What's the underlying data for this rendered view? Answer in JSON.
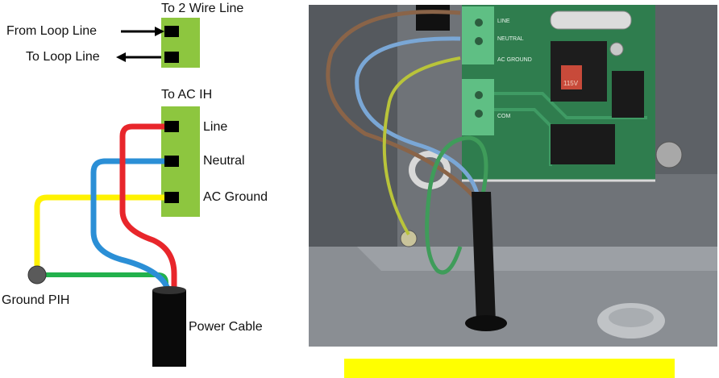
{
  "diagram": {
    "labels": {
      "to_2_wire_line": "To 2 Wire Line",
      "from_loop_line": "From Loop Line",
      "to_loop_line": "To Loop Line",
      "to_ac_ih": "To AC IH",
      "line": "Line",
      "neutral": "Neutral",
      "ac_ground": "AC Ground",
      "ground_pih": "Ground PIH",
      "power_cable": "Power Cable"
    },
    "colors": {
      "terminal_block": "#8dc63f",
      "line_wire": "#e8262b",
      "neutral_wire": "#2b8fd6",
      "ground_wire": "#fff200",
      "ground_pih_wire": "#22b14c",
      "ground_post": "#5a5a5a",
      "cable": "#0a0a0a"
    }
  },
  "photo": {
    "terminal_labels": {
      "line": "LINE",
      "neutral": "NEUTRAL",
      "ac_ground": "AC GROUND",
      "com": "COM",
      "voltage": "115V"
    },
    "colors": {
      "enclosure": "#6f7378",
      "circuit_board": "#2f7d4e",
      "terminal_block": "#5fbf84",
      "brown_wire": "#8a6448",
      "blue_wire": "#7aa7d6",
      "green_yellow_wire": "#b9c43a",
      "cable": "#151515"
    }
  },
  "caption": {
    "color": "#ffff00"
  }
}
